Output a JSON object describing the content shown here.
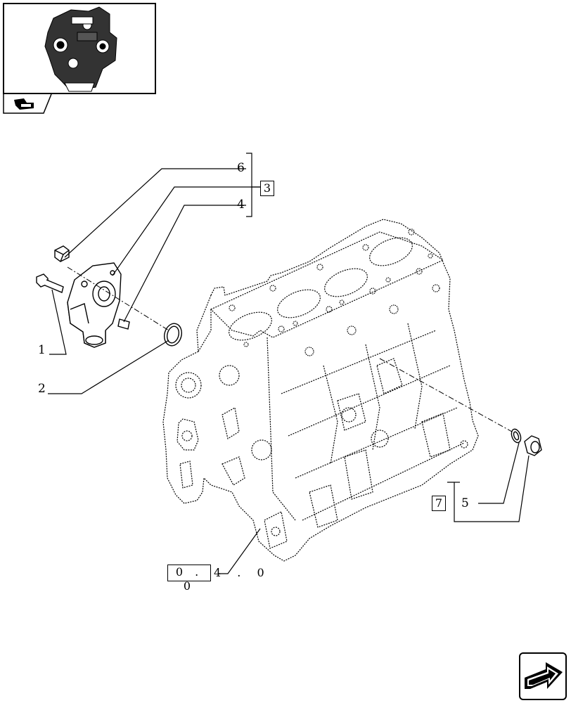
{
  "callouts": {
    "item_1": "1",
    "item_2": "2",
    "item_3": "3",
    "item_4": "4",
    "item_5": "5",
    "item_6": "6",
    "item_7": "7"
  },
  "reference": {
    "boxed": "0 . 0",
    "rest": "4 . 0"
  },
  "icons": {
    "thumbnail": "engine-thumbnail-icon",
    "tab": "book-arrow-icon",
    "nav": "next-page-arrow-icon"
  }
}
